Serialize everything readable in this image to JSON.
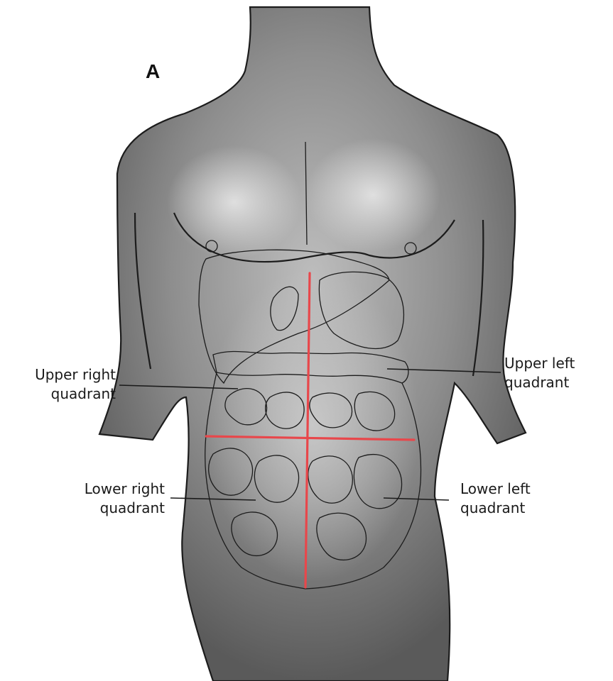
{
  "figure": {
    "panel_letter": "A",
    "labels": {
      "upper_right": [
        "Upper right",
        "quadrant"
      ],
      "upper_left": [
        "Upper left",
        "quadrant"
      ],
      "lower_right": [
        "Lower right",
        "quadrant"
      ],
      "lower_left": [
        "Lower left",
        "quadrant"
      ]
    }
  },
  "colors": {
    "quadrant_lines": "#e8474b",
    "outline": "#1c1c1c",
    "skin_shade": "#6f6f6f",
    "background": "#ffffff"
  },
  "icons": {
    "torso": "anatomical-torso-illustration"
  }
}
